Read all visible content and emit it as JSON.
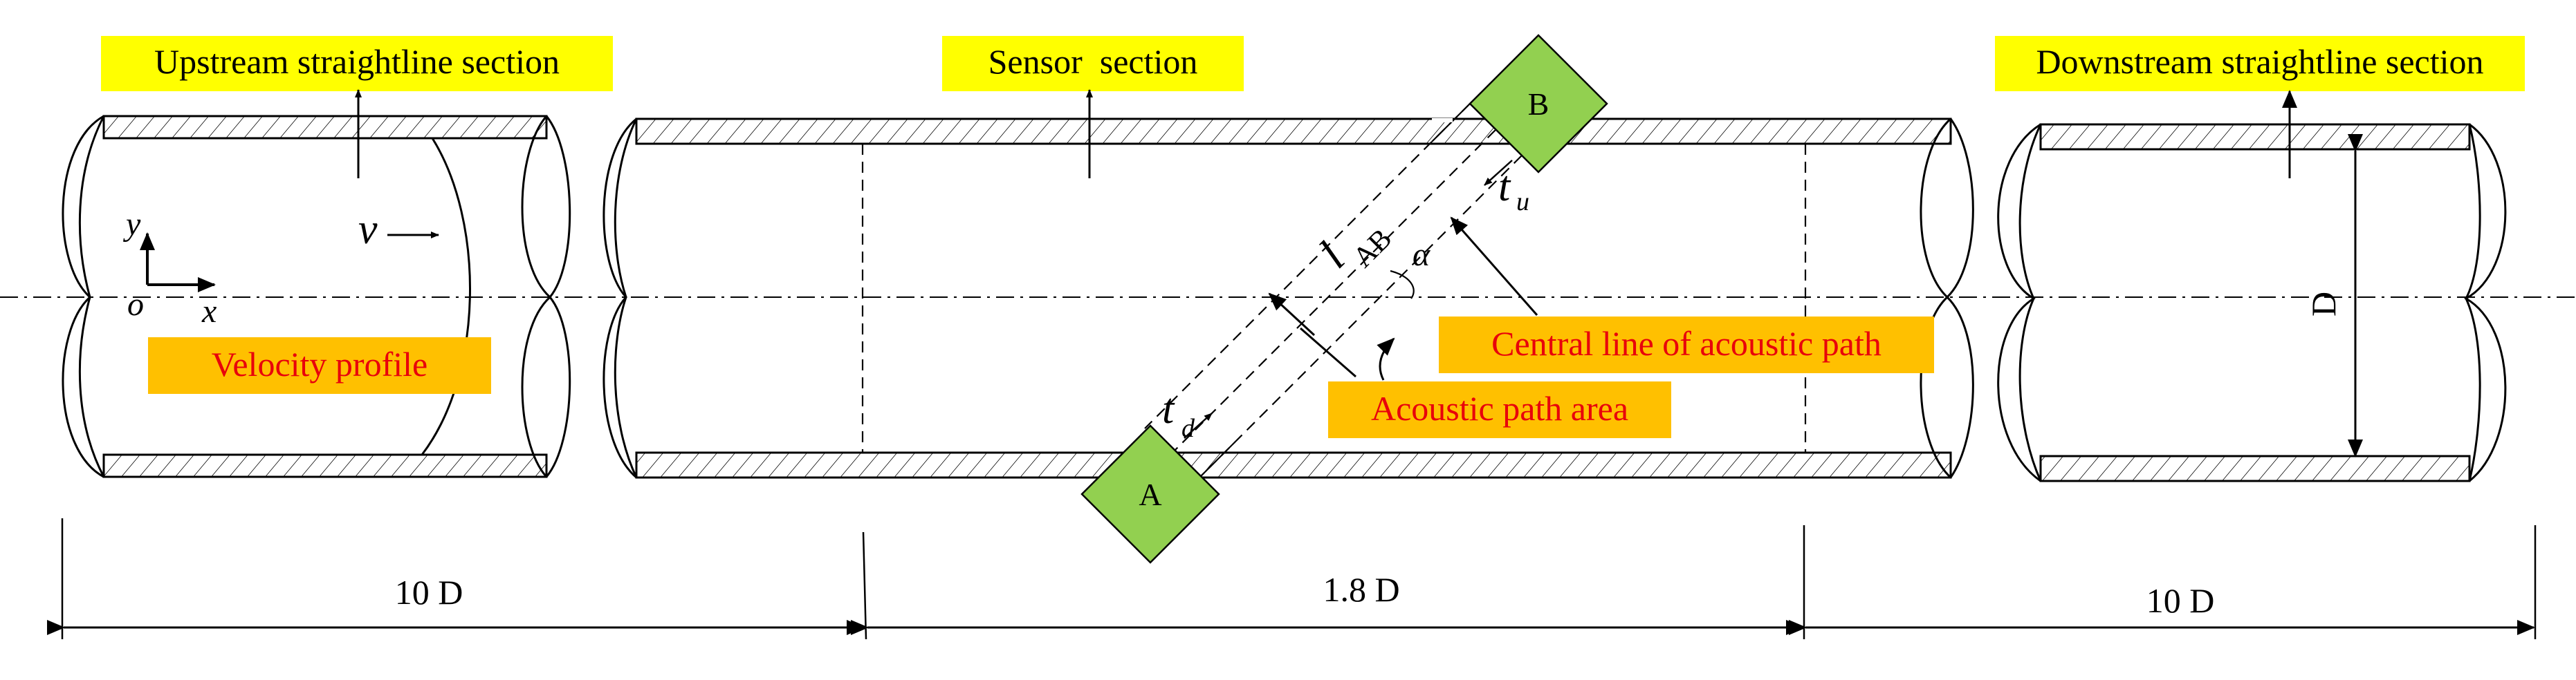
{
  "labels": {
    "upstream": "Upstream straightline section",
    "sensor": "Sensor  section",
    "downstream": "Downstream straightline section",
    "velocity_profile": "Velocity profile",
    "central_line": "Central line of acoustic path",
    "acoustic_area": "Acoustic path area"
  },
  "symbols": {
    "v": "v",
    "y": "y",
    "x": "x",
    "o": "o",
    "l": "l",
    "ab": "AB",
    "alpha": "α",
    "t": "t",
    "d": "d",
    "u": "u",
    "D": "D"
  },
  "transducers": {
    "a": "A",
    "b": "B"
  },
  "dimensions": {
    "left": "10 D",
    "middle": "1.8 D",
    "right": "10 D"
  },
  "colors": {
    "highlight_yellow": "#ffff00",
    "highlight_orange": "#ffc000",
    "transducer_green": "#92d050",
    "red_text": "#e8000b"
  }
}
